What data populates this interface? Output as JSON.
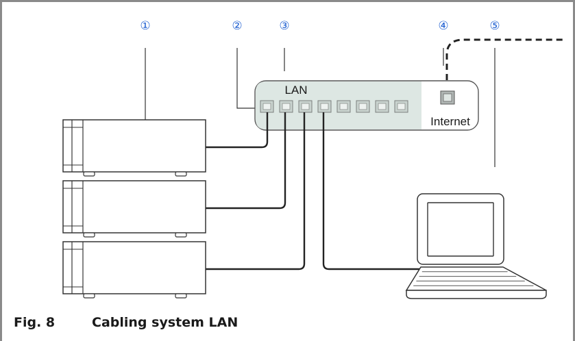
{
  "callouts": [
    "①",
    "②",
    "③",
    "④",
    "⑤"
  ],
  "switch": {
    "lan_label": "LAN",
    "internet_label": "Internet"
  },
  "caption": {
    "number": "Fig. 8",
    "title": "Cabling system LAN"
  }
}
